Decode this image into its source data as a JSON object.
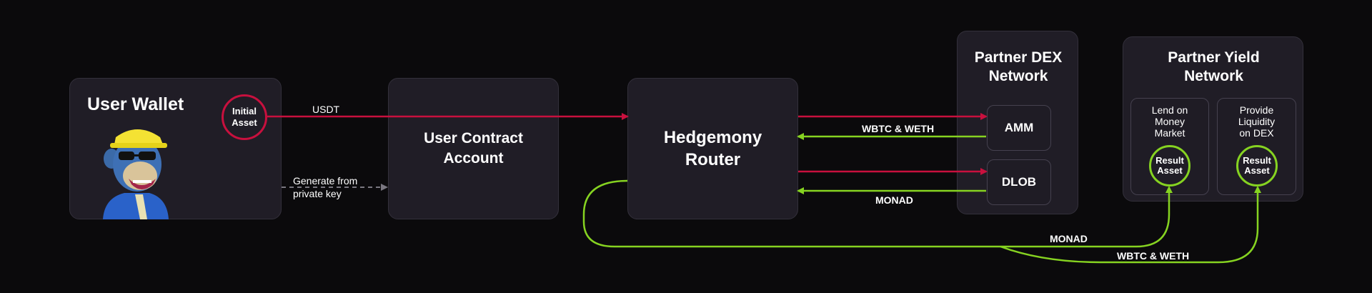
{
  "colors": {
    "background": "#0b0a0c",
    "box": "#201d26",
    "red_flow": "#c8103e",
    "green_flow": "#86d321",
    "dashed": "#7a7780"
  },
  "user_wallet": {
    "title": "User Wallet",
    "asset_label_line1": "Initial",
    "asset_label_line2": "Asset",
    "avatar": "ape-avatar"
  },
  "user_contract": {
    "line1": "User Contract",
    "line2": "Account"
  },
  "router": {
    "line1": "Hedgemony",
    "line2": "Router"
  },
  "dex_network": {
    "title_line1": "Partner DEX",
    "title_line2": "Network",
    "items": [
      "AMM",
      "DLOB"
    ]
  },
  "yield_network": {
    "title_line1": "Partner Yield",
    "title_line2": "Network",
    "lend": {
      "line1": "Lend on",
      "line2": "Money",
      "line3": "Market",
      "result1": "Result",
      "result2": "Asset"
    },
    "liquidity": {
      "line1": "Provide",
      "line2": "Liquidity",
      "line3": "on DEX",
      "result1": "Result",
      "result2": "Asset"
    }
  },
  "edges": {
    "usdt": "USDT",
    "generate_line1": "Generate from",
    "generate_line2": "private key",
    "wbtc_weth_top": "WBTC & WETH",
    "monad_mid": "MONAD",
    "monad_bottom": "MONAD",
    "wbtc_weth_bottom": "WBTC & WETH"
  }
}
